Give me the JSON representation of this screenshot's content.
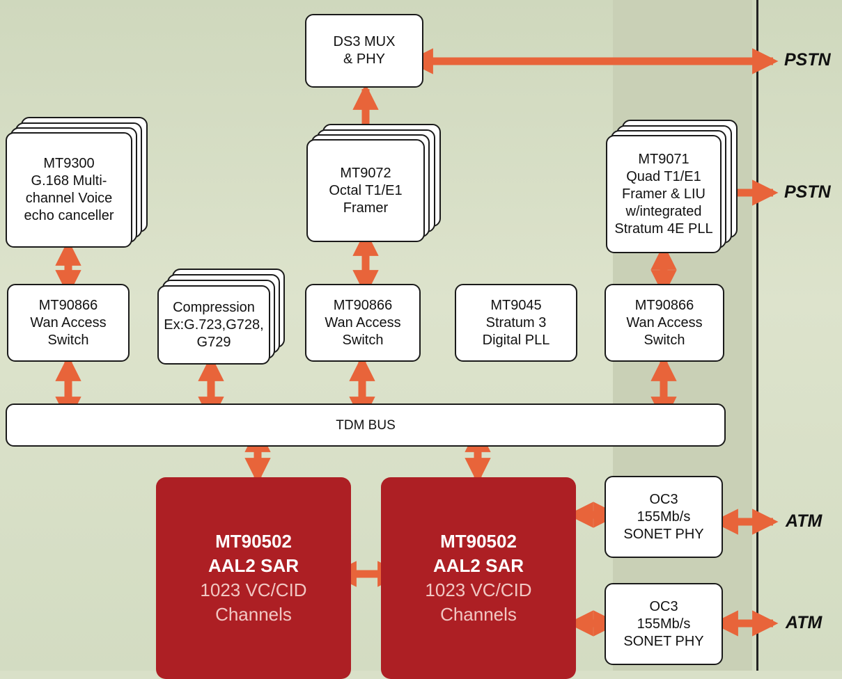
{
  "blocks": {
    "ds3": {
      "line1": "DS3 MUX",
      "line2": "& PHY"
    },
    "mt9300": {
      "line1": "MT9300",
      "line2": "G.168 Multi-",
      "line3": "channel Voice",
      "line4": "echo canceller"
    },
    "mt9072": {
      "line1": "MT9072",
      "line2": "Octal T1/E1",
      "line3": "Framer"
    },
    "mt9071": {
      "line1": "MT9071",
      "line2": "Quad T1/E1",
      "line3": "Framer & LIU",
      "line4": "w/integrated",
      "line5": "Stratum 4E PLL"
    },
    "wan1": {
      "line1": "MT90866",
      "line2": "Wan Access",
      "line3": "Switch"
    },
    "compression": {
      "line1": "Compression",
      "line2": "Ex:G.723,G728,",
      "line3": "G729"
    },
    "wan2": {
      "line1": "MT90866",
      "line2": "Wan Access",
      "line3": "Switch"
    },
    "mt9045": {
      "line1": "MT9045",
      "line2": "Stratum 3",
      "line3": "Digital PLL"
    },
    "wan3": {
      "line1": "MT90866",
      "line2": "Wan Access",
      "line3": "Switch"
    },
    "tdm_bus": {
      "label": "TDM BUS"
    },
    "sar1": {
      "line1": "MT90502",
      "line2": "AAL2 SAR",
      "line3": "1023 VC/CID",
      "line4": "Channels"
    },
    "sar2": {
      "line1": "MT90502",
      "line2": "AAL2 SAR",
      "line3": "1023 VC/CID",
      "line4": "Channels"
    },
    "oc3a": {
      "line1": "OC3",
      "line2": "155Mb/s",
      "line3": "SONET PHY"
    },
    "oc3b": {
      "line1": "OC3",
      "line2": "155Mb/s",
      "line3": "SONET PHY"
    }
  },
  "external": {
    "pstn1": "PSTN",
    "pstn2": "PSTN",
    "atm1": "ATM",
    "atm2": "ATM"
  },
  "colors": {
    "arrow": "#e8643a",
    "sar_fill": "#ad1f24",
    "box_border": "#1a1a1a"
  }
}
